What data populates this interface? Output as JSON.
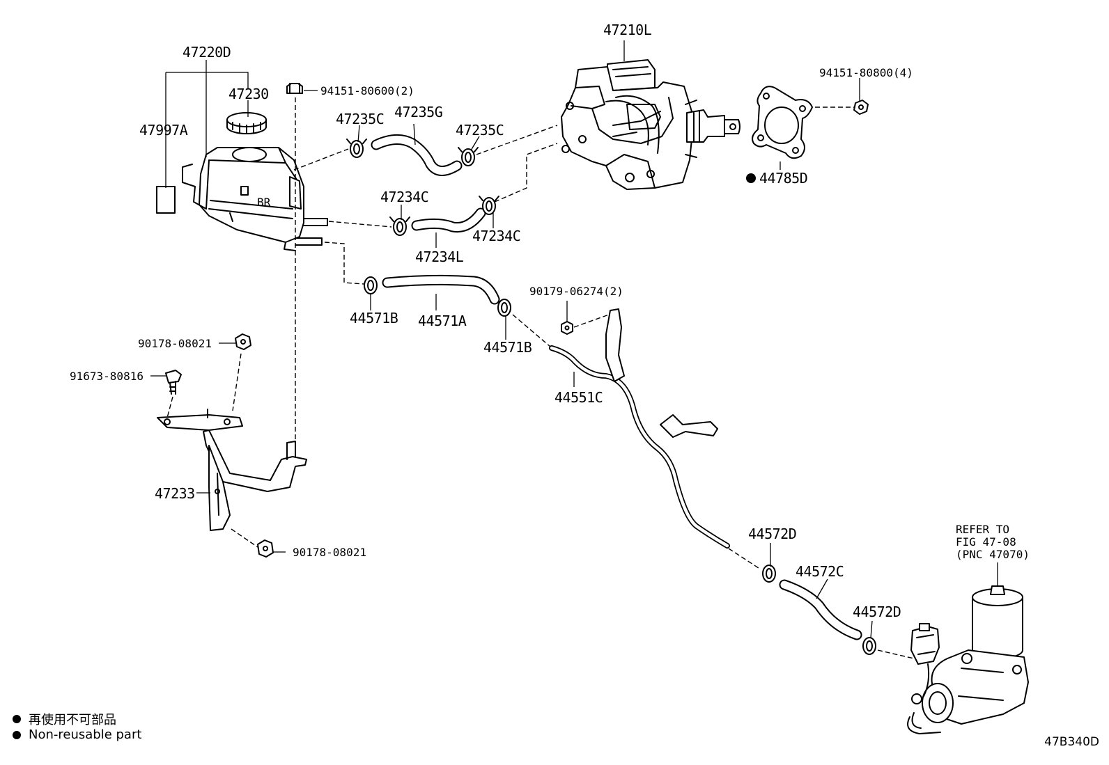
{
  "labels": {
    "p47210L": "47210L",
    "p47220D": "47220D",
    "p47230": "47230",
    "p47997A": "47997A",
    "p94151_80600": "94151-80600(2)",
    "p47235C_a": "47235C",
    "p47235G": "47235G",
    "p47235C_b": "47235C",
    "p94151_80800": "94151-80800(4)",
    "p44785D": "44785D",
    "p47234C_a": "47234C",
    "p47234C_b": "47234C",
    "p47234L": "47234L",
    "p44571B_a": "44571B",
    "p44571A": "44571A",
    "p90179_06274": "90179-06274(2)",
    "p44571B_b": "44571B",
    "p90178_08021_a": "90178-08021",
    "p91673_80816": "91673-80816",
    "p44551C": "44551C",
    "p47233": "47233",
    "p90178_08021_b": "90178-08021",
    "p44572D_a": "44572D",
    "p44572C": "44572C",
    "p44572D_b": "44572D",
    "refer_1": "REFER TO",
    "refer_2": "FIG 47-08",
    "refer_3": "(PNC 47070)",
    "reservoir_mark": "BR"
  },
  "legend": {
    "japanese": "再使用不可部品",
    "english": "Non-reusable part"
  },
  "figure_id": "47B340D"
}
